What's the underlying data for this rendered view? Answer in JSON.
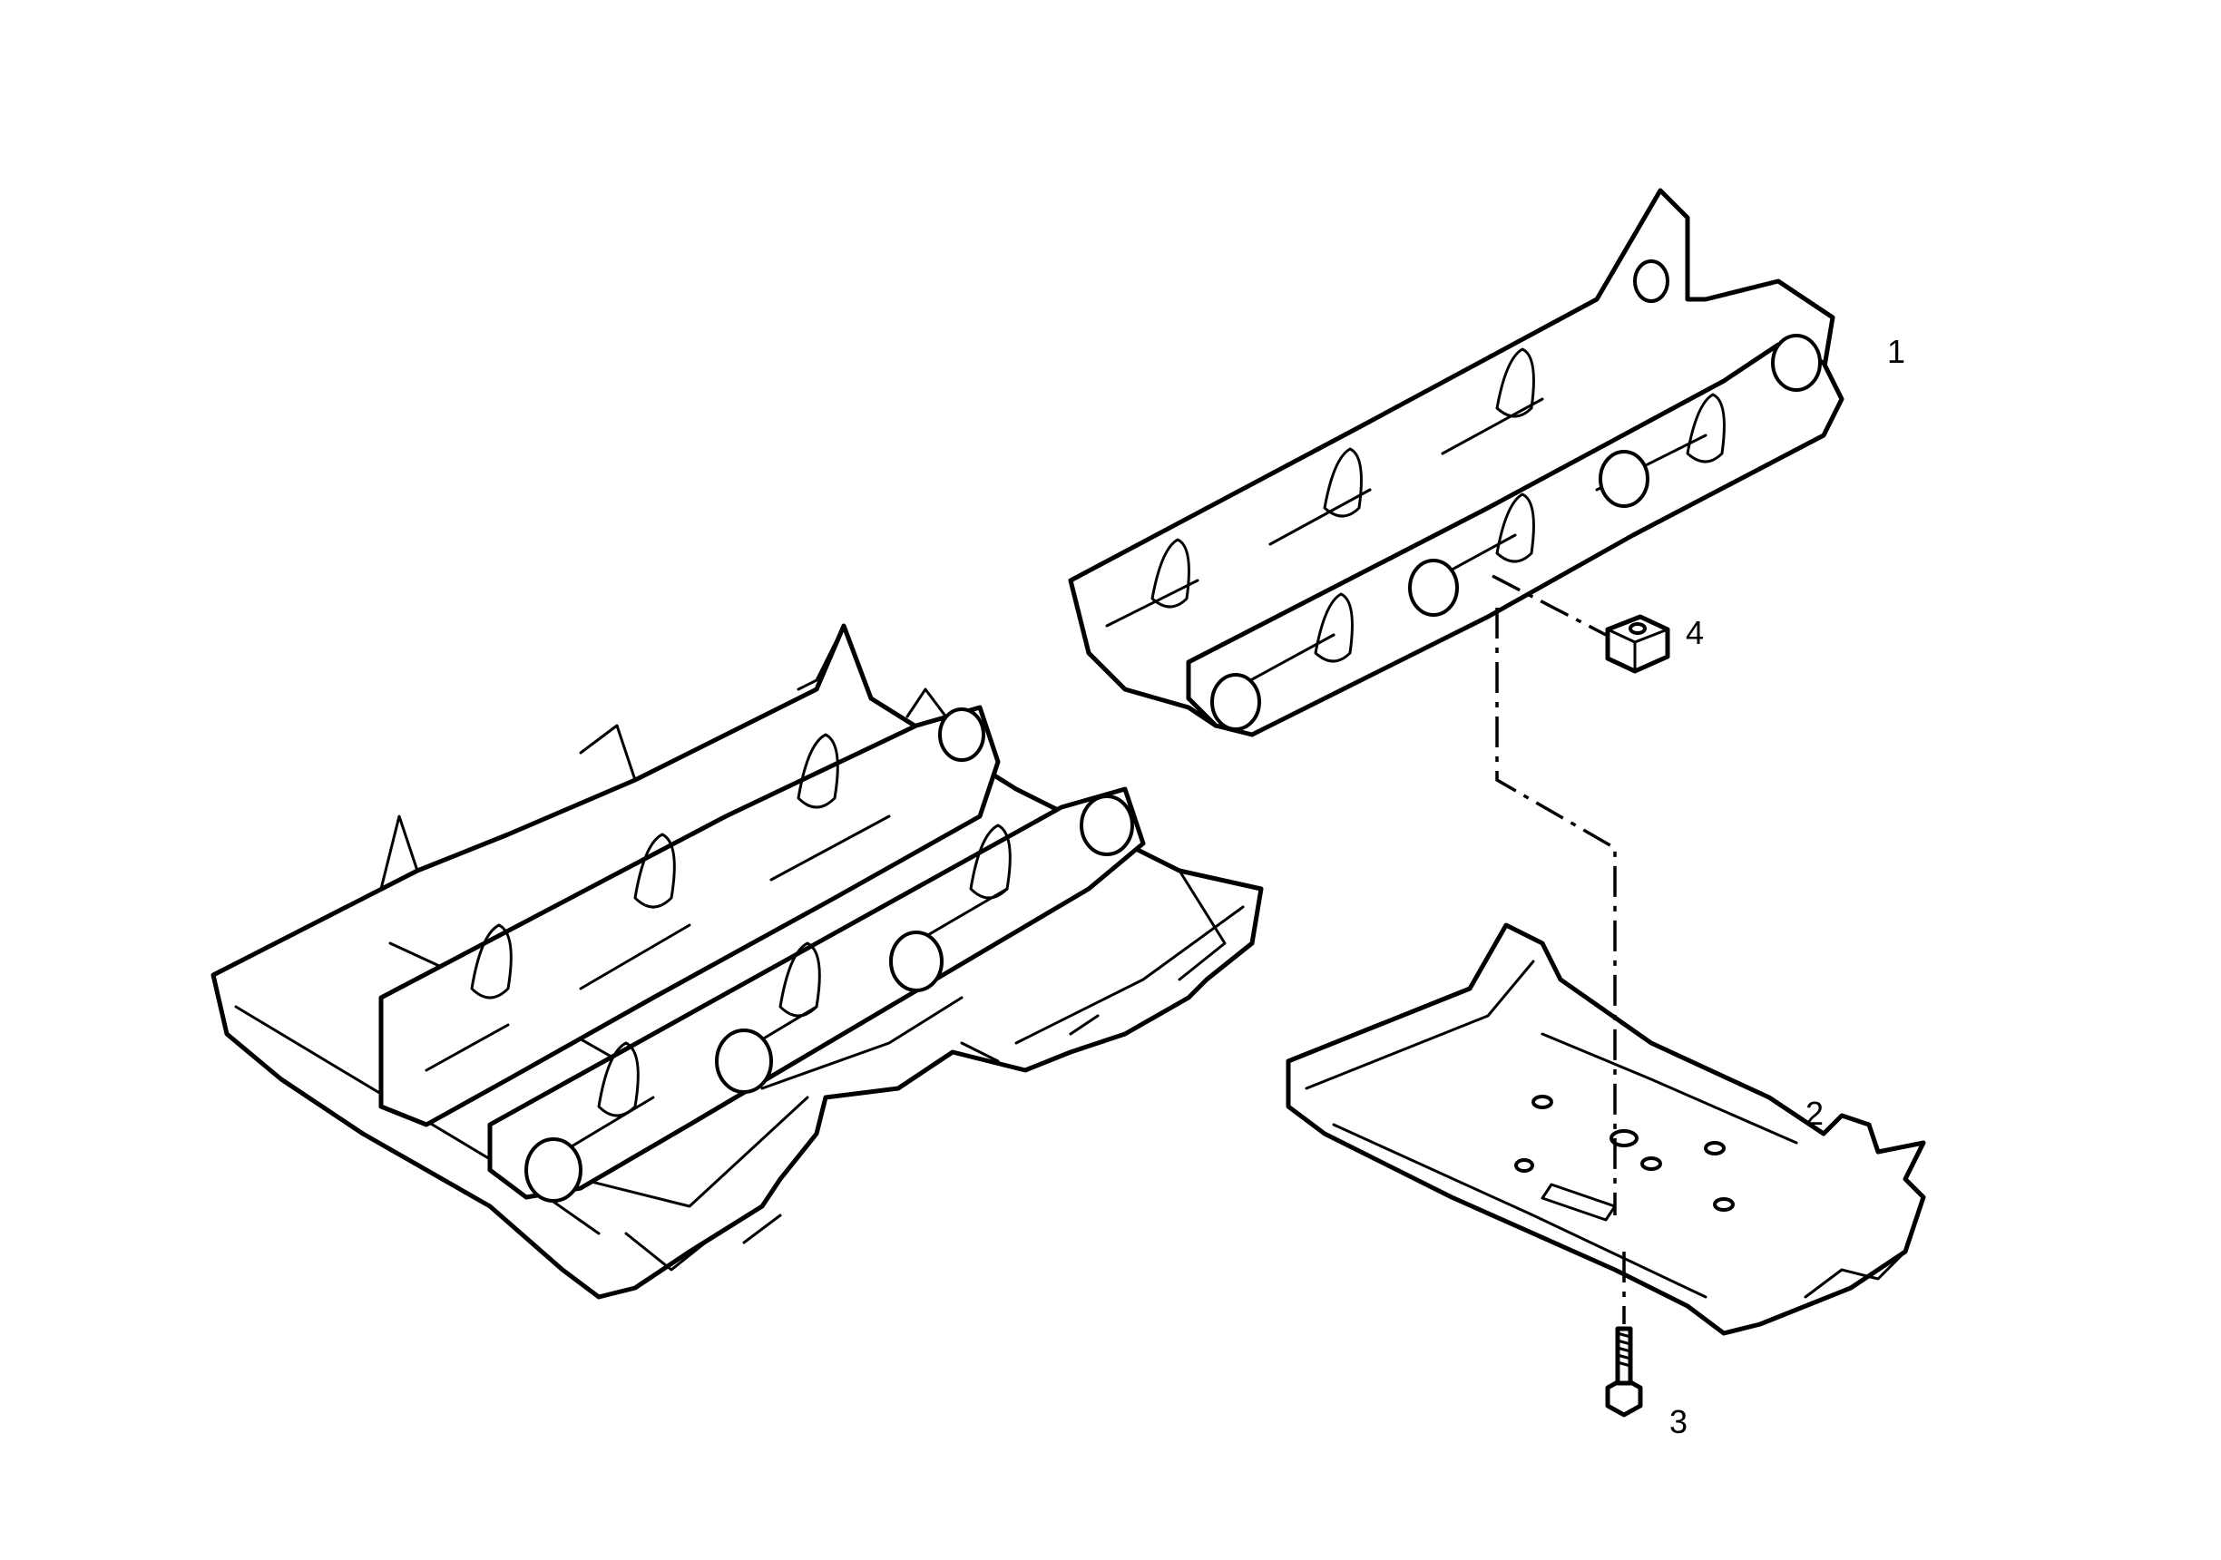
{
  "figure": {
    "callouts": [
      {
        "id": "part-1",
        "label": "1",
        "part": "track-chain-assembly"
      },
      {
        "id": "part-2",
        "label": "2",
        "part": "track-shoe"
      },
      {
        "id": "part-3",
        "label": "3",
        "part": "shoe-bolt"
      },
      {
        "id": "part-4",
        "label": "4",
        "part": "shoe-nut"
      }
    ],
    "line_color": "#000000",
    "background_color": "#ffffff"
  }
}
